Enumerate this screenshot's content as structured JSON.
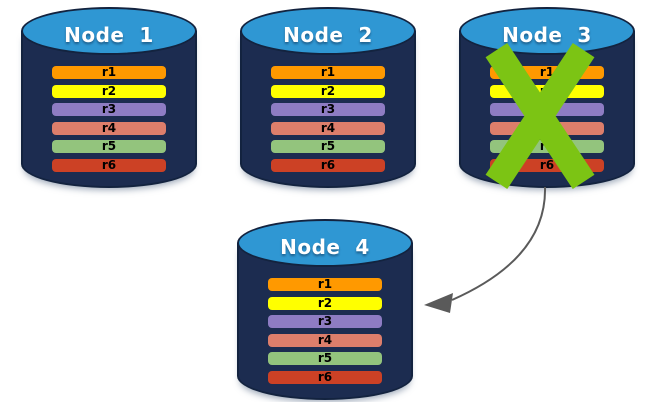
{
  "diagram": {
    "description_label": "Database replication diagram: failed node replicated to new node",
    "cylinder": {
      "body_color": "#1C2C50",
      "top_color": "#2F97D3",
      "outline_color": "#13233F",
      "title_text_color": "#FFFFFF"
    },
    "nodes": [
      {
        "label": "Node  1",
        "failed": false,
        "replicas": [
          {
            "label": "r1",
            "color": "#FF9900"
          },
          {
            "label": "r2",
            "color": "#FFFF00"
          },
          {
            "label": "r3",
            "color": "#8E7CC3"
          },
          {
            "label": "r4",
            "color": "#DD7E6B"
          },
          {
            "label": "r5",
            "color": "#93C47D"
          },
          {
            "label": "r6",
            "color": "#CC4125"
          }
        ]
      },
      {
        "label": "Node  2",
        "failed": false,
        "replicas": [
          {
            "label": "r1",
            "color": "#FF9900"
          },
          {
            "label": "r2",
            "color": "#FFFF00"
          },
          {
            "label": "r3",
            "color": "#8E7CC3"
          },
          {
            "label": "r4",
            "color": "#DD7E6B"
          },
          {
            "label": "r5",
            "color": "#93C47D"
          },
          {
            "label": "r6",
            "color": "#CC4125"
          }
        ]
      },
      {
        "label": "Node  3",
        "failed": true,
        "replicas": [
          {
            "label": "r1",
            "color": "#FF9900"
          },
          {
            "label": "r2",
            "color": "#FFFF00"
          },
          {
            "label": "r3",
            "color": "#8E7CC3"
          },
          {
            "label": "r4",
            "color": "#DD7E6B"
          },
          {
            "label": "r5",
            "color": "#93C47D"
          },
          {
            "label": "r6",
            "color": "#CC4125"
          }
        ]
      },
      {
        "label": "Node  4",
        "failed": false,
        "replicas": [
          {
            "label": "r1",
            "color": "#FF9900"
          },
          {
            "label": "r2",
            "color": "#FFFF00"
          },
          {
            "label": "r3",
            "color": "#8E7CC3"
          },
          {
            "label": "r4",
            "color": "#DD7E6B"
          },
          {
            "label": "r5",
            "color": "#93C47D"
          },
          {
            "label": "r6",
            "color": "#CC4125"
          }
        ]
      }
    ],
    "failure_marker": {
      "node": "Node  3",
      "icon": "x-mark",
      "color": "#7CC414"
    },
    "arrow": {
      "from": "Node  3",
      "to": "Node  4",
      "color": "#5A5A5A"
    }
  }
}
